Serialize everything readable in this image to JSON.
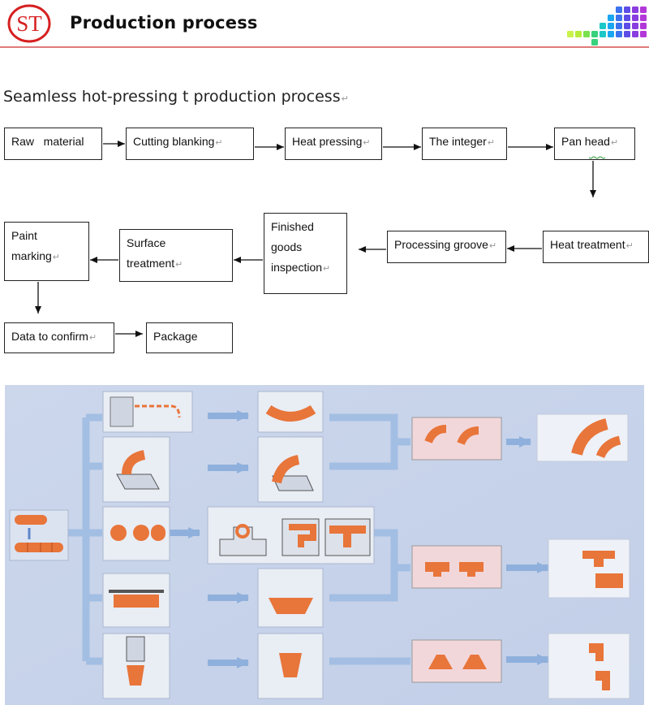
{
  "header": {
    "logo_text": "ST",
    "title": "Production process",
    "accent_color": "#e07a7a"
  },
  "subtitle": "Seamless hot-pressing t production process",
  "return_mark": "↵",
  "steps": {
    "raw_material": "Raw   material",
    "cutting_blanking": "Cutting blanking",
    "heat_pressing": "Heat pressing",
    "the_integer": "The integer",
    "pan_head": "Pan head",
    "heat_treatment": "Heat treatment",
    "processing_groove": "Processing groove",
    "finished_goods_inspection": "Finished\ngoods\ninspection",
    "surface_treatment": "Surface\ntreatment",
    "paint_marking": "Paint\nmarking",
    "data_to_confirm": "Data to confirm",
    "package": "Package"
  },
  "colors": {
    "illustration_bg": "#c9d4ea",
    "part_orange": "#e8753a",
    "arrow_blue": "#8fb0dc"
  }
}
